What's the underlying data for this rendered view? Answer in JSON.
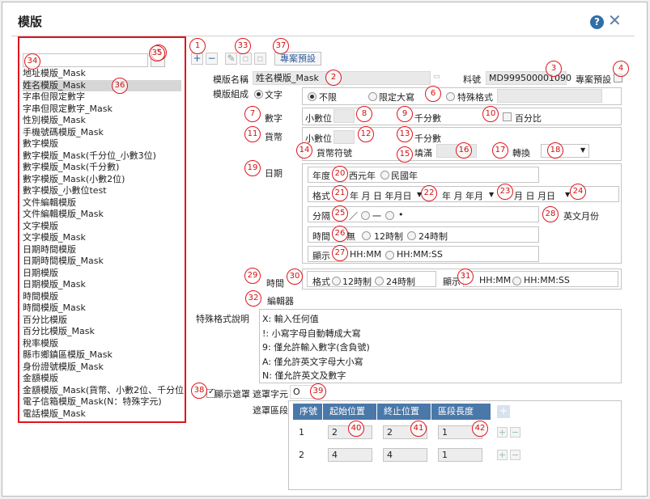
{
  "dialog": {
    "title": "模版",
    "help_icon": "?",
    "close_icon": "✕"
  },
  "toolbar": {
    "add": "+",
    "remove": "−",
    "edit": "✎",
    "save": "▫",
    "cancel": "▫",
    "reset_label": "專案預設"
  },
  "template_list": [
    "地址模版_Mask",
    "姓名模版_Mask",
    "字串但限定數字",
    "字串但限定數字_Mask",
    "性別模版_Mask",
    "手機號碼模版_Mask",
    "數字模版",
    "數字模版_Mask(千分位_小數3位)",
    "數字模版_Mask(千分數)",
    "數字模版_Mask(小數2位)",
    "數字模版_小數位test",
    "文件編輯模版",
    "文件編輯模版_Mask",
    "文字模版",
    "文字模版_Mask",
    "日期時間模版",
    "日期時間模版_Mask",
    "日期模版",
    "日期模版_Mask",
    "時間模版",
    "時間模版_Mask",
    "百分比模版",
    "百分比模版_Mask",
    "稅率模版",
    "縣市鄉鎮區模版_Mask",
    "身份證號模版_Mask",
    "金額模版",
    "金額模版_Mask(貨幣、小數2位、千分位",
    "電子信箱模版_Mask(N：特殊字元)",
    "電話模版_Mask"
  ],
  "form": {
    "name_label": "模版名稱",
    "name_value": "姓名模版_Mask",
    "code_label": "料號",
    "code_value": "MD999500001090",
    "project_default_label": "專案預設",
    "group_label": "模版組成",
    "text_label": "文字",
    "text_opt_none": "不限",
    "text_opt_limit": "限定大寫",
    "text_opt_special": "特殊格式",
    "number_label": "數字",
    "decimal_label": "小數位",
    "thousand_label": "千分數",
    "percent_label": "百分比",
    "currency_label": "貨幣",
    "currency_decimal_label": "小數位",
    "currency_thousand_label": "千分數",
    "currency_symbol_label": "貨幣符號",
    "fill_label": "填滿",
    "convert_label": "轉換",
    "date_label": "日期",
    "year_label": "年度",
    "year_ad": "西元年",
    "year_roc": "民國年",
    "format_label": "格式",
    "format_1": "年 月 日 年月日",
    "format_2": "年 月 年月",
    "format_3": "月 日 月日",
    "sep_label": "分隔",
    "sep_1": "／",
    "sep_2": "一",
    "sep_3": "•",
    "eng_month_label": "英文月份",
    "clock_label": "時間",
    "clock_none": "無",
    "clock_12": "12時制",
    "clock_24": "24時制",
    "show_label": "顯示",
    "show_hm": "HH:MM",
    "show_hms": "HH:MM:SS",
    "time_label": "時間",
    "time_format_label": "格式",
    "time_12": "12時制",
    "time_24": "24時制",
    "time_show_label": "顯示",
    "time_hm": "HH:MM",
    "time_hms": "HH:MM:SS",
    "editor_label": "編輯器",
    "special_desc_label": "特殊格式說明",
    "special_desc": [
      "X: 輸入任何值",
      "!: 小寫字母自動轉成大寫",
      "9: 僅允許輸入數字(含負號)",
      "A: 僅允許英文字母大小寫",
      "N: 僅允許英文及數字"
    ],
    "mask_show_label": "顯示遮罩",
    "mask_char_label": "遮罩字元",
    "mask_char_value": "O",
    "mask_range_label": "遮罩區段"
  },
  "mask_table": {
    "headers": [
      "序號",
      "起始位置",
      "終止位置",
      "區段長度"
    ],
    "rows": [
      {
        "no": "1",
        "start": "2",
        "end": "2",
        "len": "1"
      },
      {
        "no": "2",
        "start": "4",
        "end": "4",
        "len": "1"
      }
    ]
  },
  "badges": [
    "1",
    "2",
    "3",
    "4",
    "5",
    "6",
    "7",
    "8",
    "9",
    "10",
    "11",
    "12",
    "13",
    "14",
    "15",
    "16",
    "17",
    "18",
    "19",
    "20",
    "21",
    "22",
    "23",
    "24",
    "25",
    "26",
    "27",
    "28",
    "29",
    "30",
    "31",
    "32",
    "33",
    "34",
    "35",
    "36",
    "37",
    "38",
    "39",
    "40",
    "41",
    "42"
  ]
}
